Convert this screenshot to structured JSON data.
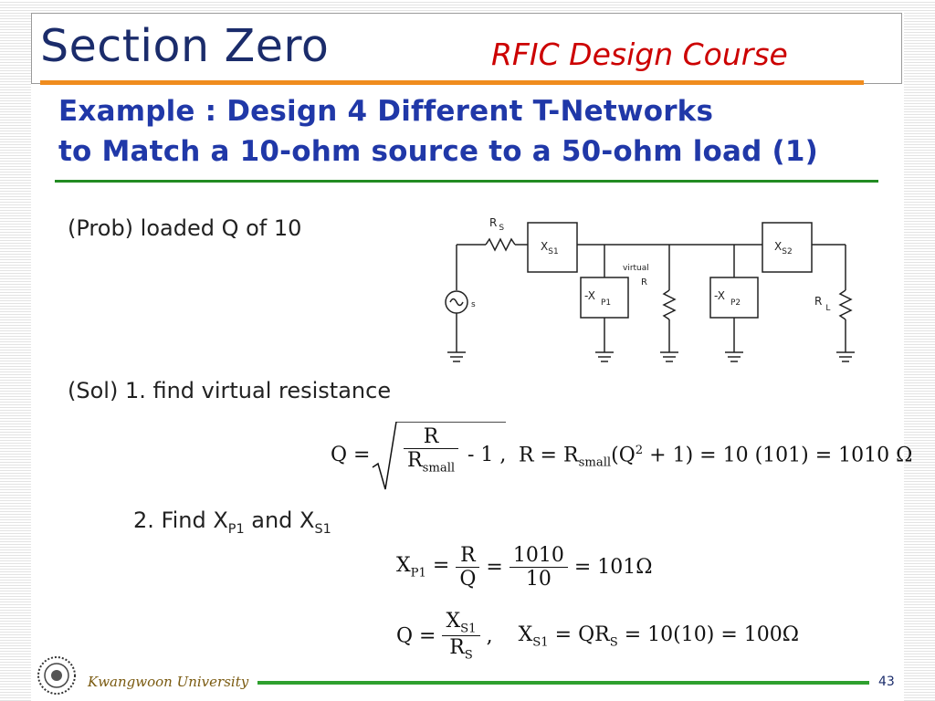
{
  "header": {
    "section_title": "Section Zero",
    "course_title": "RFIC Design Course"
  },
  "example": {
    "line1": "Example : Design 4 Different T-Networks",
    "line2": "to Match a 10-ohm source to a 50-ohm load (1)"
  },
  "problem": {
    "text": "(Prob) loaded Q of 10"
  },
  "solution": {
    "step1": "(Sol) 1. find virtual resistance",
    "step2_prefix": "2. Find X",
    "step2_sub1": "P1",
    "step2_mid": " and X",
    "step2_sub2": "S1"
  },
  "circuit": {
    "rs_label": "R",
    "rs_sub": "S",
    "xs1_label": "X",
    "xs1_sub": "S1",
    "xs2_label": "X",
    "xs2_sub": "S2",
    "xp1_label": "-X",
    "xp1_sub": "P1",
    "xp2_label": "-X",
    "xp2_sub": "P2",
    "virtual_label": "virtual",
    "virtual_r": "R",
    "rl_label": "R",
    "rl_sub": "L",
    "source_label": "s"
  },
  "equations": {
    "q_lhs": "Q =",
    "q_num": "R",
    "q_den": "R",
    "q_den_sub": "small",
    "q_tail": "- 1 ,",
    "r_eq_lhs": "R = R",
    "r_eq_sub": "small",
    "r_eq_mid": "(Q",
    "r_eq_sup": "2",
    "r_eq_rest": " + 1) = 10 (101) = 1010 Ω",
    "xp1_lhs": "X",
    "xp1_lhs_sub": "P1",
    "xp1_frac1_num": "R",
    "xp1_frac1_den": "Q",
    "xp1_frac2_num": "1010",
    "xp1_frac2_den": "10",
    "xp1_result": "= 101Ω",
    "q2_lhs": "Q =",
    "q2_num": "X",
    "q2_num_sub": "S1",
    "q2_den": "R",
    "q2_den_sub": "S",
    "xs1_lhs": "X",
    "xs1_sub": "S1",
    "xs1_mid": " = QR",
    "xs1_mid_sub": "S",
    "xs1_result": " = 10(10) = 100Ω"
  },
  "footer": {
    "university": "Kwangwoon University",
    "page_number": "43"
  },
  "colors": {
    "section_title": "#1b2c6b",
    "course_title": "#cc0000",
    "example_text": "#2038a8",
    "orange_rule": "#f08c1e",
    "green_rule": "#228b22"
  }
}
